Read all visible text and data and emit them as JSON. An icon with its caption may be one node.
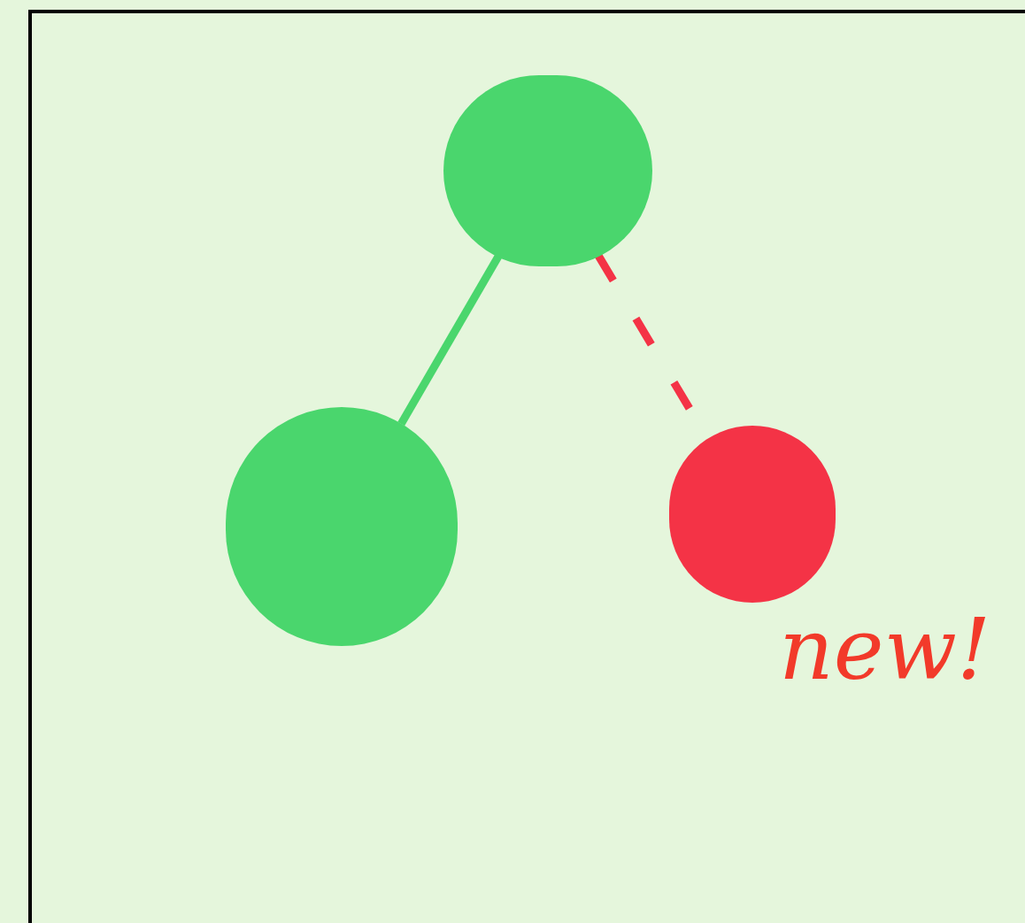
{
  "diagram": {
    "nodes": [
      {
        "text": [],
        "shape": "circle"
      },
      {
        "text": [],
        "shape": "circle"
      },
      {
        "text": [],
        "shape": "circle",
        "beside": [
          "new!"
        ]
      }
    ],
    "edges": [
      {
        "from": 0,
        "to": 1,
        "arrow": "none",
        "color": "#4ad66d"
      },
      {
        "from": 0,
        "to": 2,
        "arrow": "none",
        "style": "dashed",
        "color": "#f43346"
      }
    ]
  }
}
